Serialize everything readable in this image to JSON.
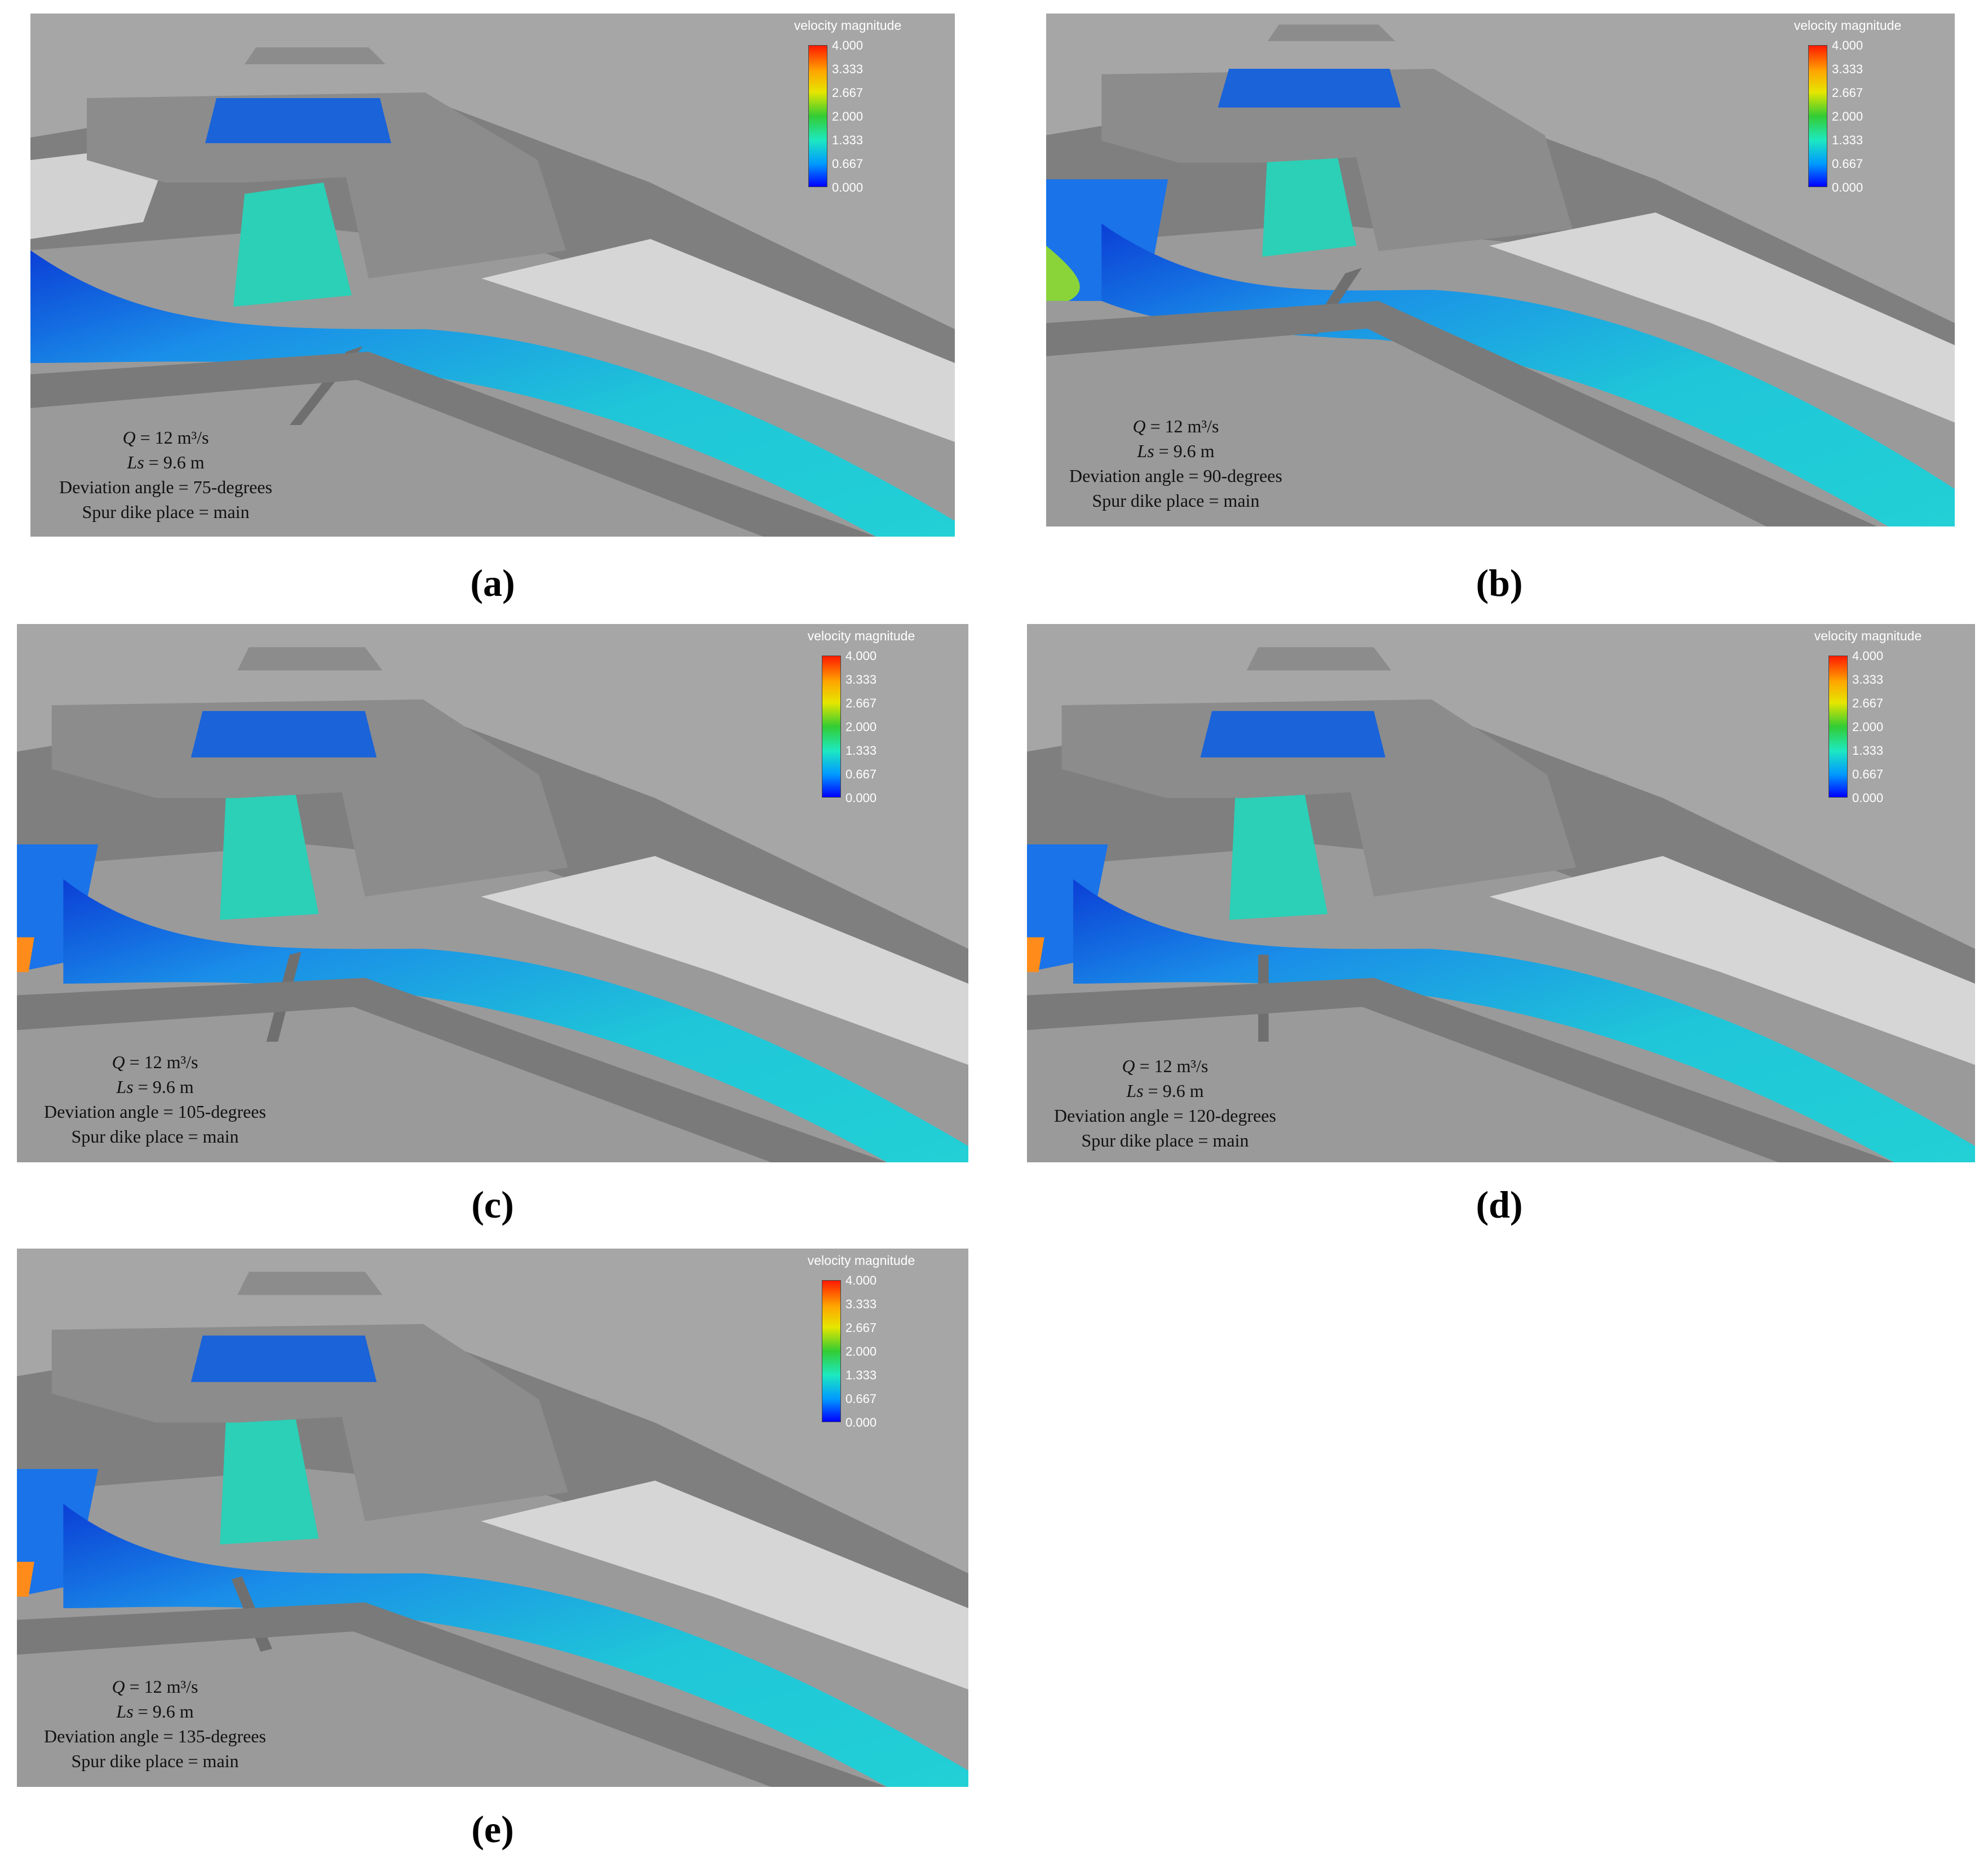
{
  "legend": {
    "title": "velocity magnitude",
    "ticks": [
      "4.000",
      "3.333",
      "2.667",
      "2.000",
      "1.333",
      "0.667",
      "0.000"
    ]
  },
  "info": {
    "q_symbol": "Q",
    "q_value": " = 12 m³/s",
    "ls_symbol": "Ls",
    "ls_value": " = 9.6 m",
    "place": "Spur dike place = main"
  },
  "panels": [
    {
      "id": "a",
      "caption": "(a)",
      "angle_text": "Deviation angle = 75-degrees"
    },
    {
      "id": "b",
      "caption": "(b)",
      "angle_text": "Deviation angle = 90-degrees"
    },
    {
      "id": "c",
      "caption": "(c)",
      "angle_text": "Deviation angle = 105-degrees"
    },
    {
      "id": "d",
      "caption": "(d)",
      "angle_text": "Deviation angle = 120-degrees"
    },
    {
      "id": "e",
      "caption": "(e)",
      "angle_text": "Deviation angle = 135-degrees"
    }
  ],
  "colors": {
    "background_grey": "#a6a6a6",
    "structure_grey": "#8c8c8c",
    "bank_light": "#d4d4d4",
    "water_cyan": "#1fc6d8",
    "water_blue": "#1a73e8",
    "water_deep": "#0a2fd0",
    "gate_teal": "#26d6b4"
  }
}
